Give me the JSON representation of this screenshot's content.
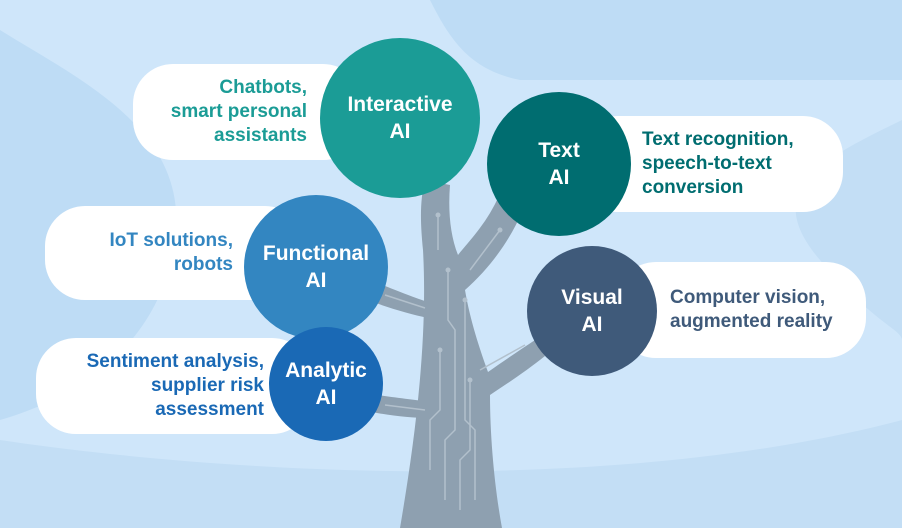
{
  "colors": {
    "background": "#cfe6fa",
    "trunk": "#8ea0b0",
    "interactive": "#1b9c96",
    "text_ai": "#006d70",
    "functional": "#3386c1",
    "visual": "#3f5a7a",
    "analytic": "#1a69b5",
    "desc_teal": "#1b9c96",
    "desc_darkteal": "#006d70",
    "desc_blue": "#3386c1",
    "desc_slate": "#3f5a7a",
    "desc_darkblue": "#1a69b5"
  },
  "branches": {
    "interactive": {
      "title": [
        "Interactive",
        "AI"
      ],
      "description": [
        "Chatbots,",
        "smart personal",
        "assistants"
      ]
    },
    "text": {
      "title": [
        "Text",
        "AI"
      ],
      "description": [
        "Text recognition,",
        "speech-to-text",
        "conversion"
      ]
    },
    "functional": {
      "title": [
        "Functional",
        "AI"
      ],
      "description": [
        "IoT solutions,",
        "robots"
      ]
    },
    "visual": {
      "title": [
        "Visual",
        "AI"
      ],
      "description": [
        "Computer vision,",
        "augmented reality"
      ]
    },
    "analytic": {
      "title": [
        "Analytic",
        "AI"
      ],
      "description": [
        "Sentiment analysis,",
        "supplier risk",
        "assessment"
      ]
    }
  }
}
